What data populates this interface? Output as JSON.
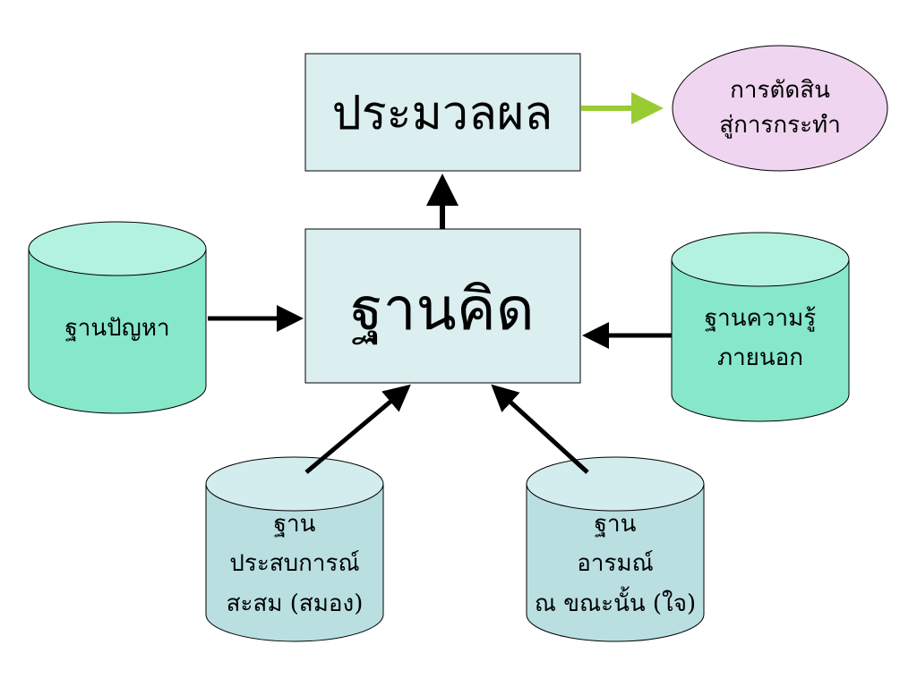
{
  "nodes": {
    "process": {
      "label": "ประมวลผล"
    },
    "decision": {
      "line1": "การตัดสิน",
      "line2": "สู่การกระทำ"
    },
    "thinking": {
      "label": "ฐานคิด"
    },
    "problem": {
      "label": "ฐานปัญหา"
    },
    "knowledge": {
      "line1": "ฐานความรู้",
      "line2": "ภายนอก"
    },
    "experience": {
      "line1": "ฐาน",
      "line2": "ประสบการณ์",
      "line3": "สะสม (สมอง)"
    },
    "emotion": {
      "line1": "ฐาน",
      "line2": "อารมณ์",
      "line3": "ณ ขณะนั้น (ใจ)"
    }
  },
  "colors": {
    "box_fill": "#dbeef0",
    "decision_fill": "#efd5f0",
    "green_cylinder": "#86e7c9",
    "green_cylinder_top": "#b3f2df",
    "blue_cylinder": "#b9dfe1",
    "blue_cylinder_top": "#d3ecee",
    "arrow": "#000000",
    "green_arrow": "#99cc33"
  }
}
